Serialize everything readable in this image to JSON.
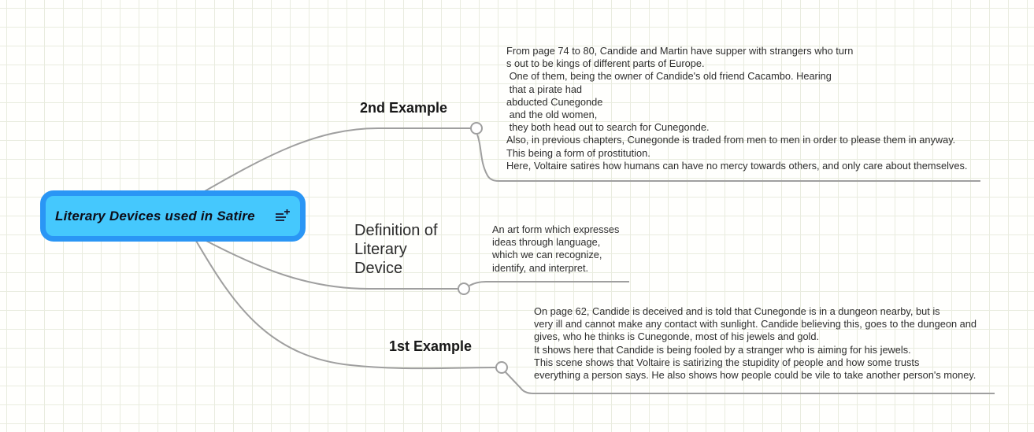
{
  "app": {
    "canvas_type": "mind-map"
  },
  "colors": {
    "background": "#fffffd",
    "grid_line": "#e9ecdf",
    "branch_line": "#9f9f9f",
    "root_fill": "#45c8fd",
    "root_border": "#2a96f5",
    "label_text": "#171717",
    "note_text": "#2e2e2e"
  },
  "root": {
    "label": "Literary Devices used in Satire",
    "icon": "notes-add-icon"
  },
  "branches": [
    {
      "id": "second-example",
      "label": "2nd Example",
      "note": "From page 74 to 80, Candide and Martin have supper with strangers who turn\ns out to be kings of different parts of Europe.\n One of them, being the owner of Candide's old friend Cacambo. Hearing\n that a pirate had\nabducted Cunegonde\n and the old women,\n they both head out to search for Cunegonde.\nAlso, in previous chapters, Cunegonde is traded from men to men in order to please them in anyway.\nThis being a form of prostitution.\nHere, Voltaire satires how humans can have no mercy towards others, and only care about themselves."
    },
    {
      "id": "definition",
      "label": "Definition of\nLiterary\nDevice",
      "note": "An art form which expresses\nideas through language,\nwhich we can recognize,\nidentify, and interpret."
    },
    {
      "id": "first-example",
      "label": "1st Example",
      "note": "On page 62, Candide is deceived and is told that Cunegonde is in a dungeon nearby, but is\nvery ill and cannot make any contact with sunlight. Candide believing this, goes to the dungeon and\ngives, who he thinks is Cunegonde, most of his jewels and gold.\nIt shows here that Candide is being fooled by a stranger who is aiming for his jewels.\nThis scene shows that Voltaire is satirizing the stupidity of people and how some trusts\neverything a person says. He also shows how people could be vile to take another person's money."
    }
  ]
}
